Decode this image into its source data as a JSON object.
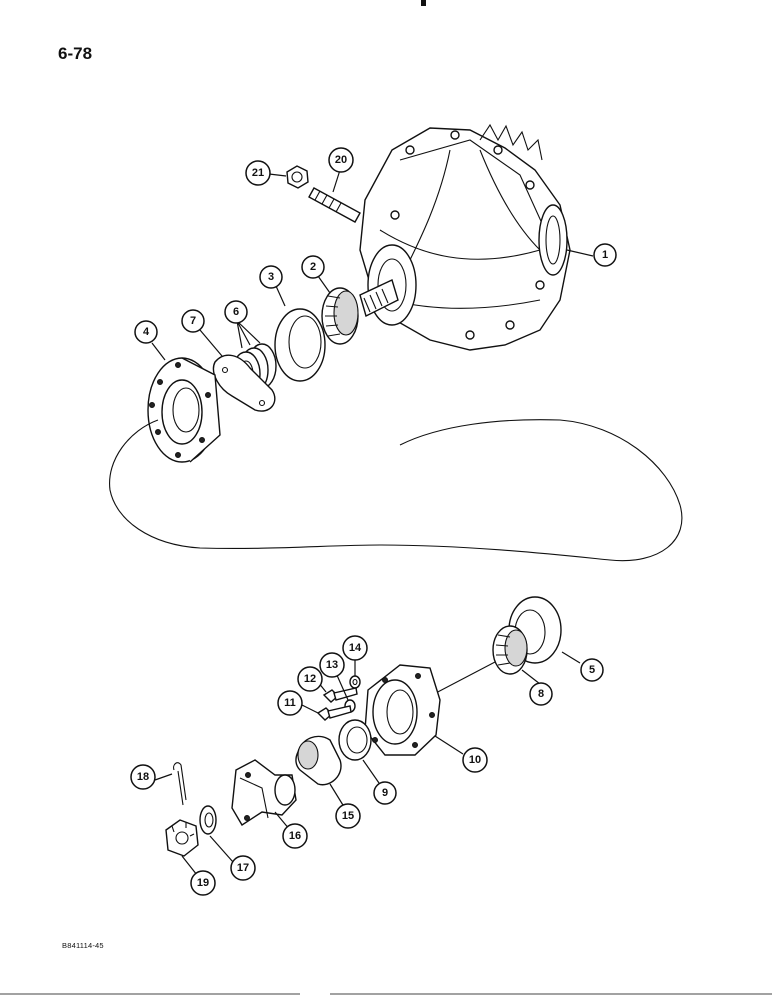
{
  "page": {
    "number": "6-78",
    "figure_code": "B841114-45"
  },
  "callouts": [
    {
      "id": "1",
      "part": "differential-housing"
    },
    {
      "id": "2",
      "part": "bearing-cone-upper"
    },
    {
      "id": "3",
      "part": "bearing-cup-upper"
    },
    {
      "id": "4",
      "part": "carrier-flange"
    },
    {
      "id": "5",
      "part": "bearing-cup-lower"
    },
    {
      "id": "6",
      "part": "shims"
    },
    {
      "id": "7",
      "part": "gasket"
    },
    {
      "id": "8",
      "part": "bearing-cone-lower"
    },
    {
      "id": "9",
      "part": "seal-ring"
    },
    {
      "id": "10",
      "part": "pinion-cage"
    },
    {
      "id": "11",
      "part": "bolt"
    },
    {
      "id": "12",
      "part": "bolt-upper"
    },
    {
      "id": "13",
      "part": "lock-washer"
    },
    {
      "id": "14",
      "part": "washer"
    },
    {
      "id": "15",
      "part": "oil-seal"
    },
    {
      "id": "16",
      "part": "yoke"
    },
    {
      "id": "17",
      "part": "washer-flat"
    },
    {
      "id": "18",
      "part": "cotter-pin"
    },
    {
      "id": "19",
      "part": "castle-nut"
    },
    {
      "id": "20",
      "part": "stud"
    },
    {
      "id": "21",
      "part": "hex-nut"
    }
  ]
}
